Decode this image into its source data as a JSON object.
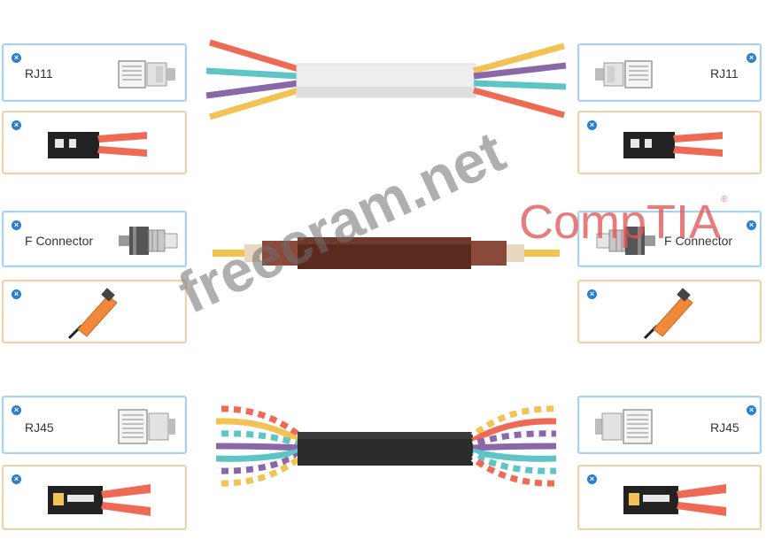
{
  "row1": {
    "left_label": "RJ11",
    "right_label": "RJ11"
  },
  "row2": {
    "left_label": "F Connector",
    "right_label": "F Connector"
  },
  "row3": {
    "left_label": "RJ45",
    "right_label": "RJ45"
  },
  "close_glyph": "×",
  "watermark": {
    "text": "freecram.net",
    "logo": "CompTIA",
    "logo_mark": "®"
  },
  "colors": {
    "accent": "#2a7fd0",
    "card_border_blue": "#a9d2ee",
    "card_border_tan": "#e8d5b0",
    "wire_red": "#ee6a55",
    "wire_teal": "#5ec4c6",
    "wire_purple": "#8a68a8",
    "wire_yellow": "#f2c255",
    "coax_brown": "#5a2a1e",
    "tool_orange": "#f08a3a"
  }
}
